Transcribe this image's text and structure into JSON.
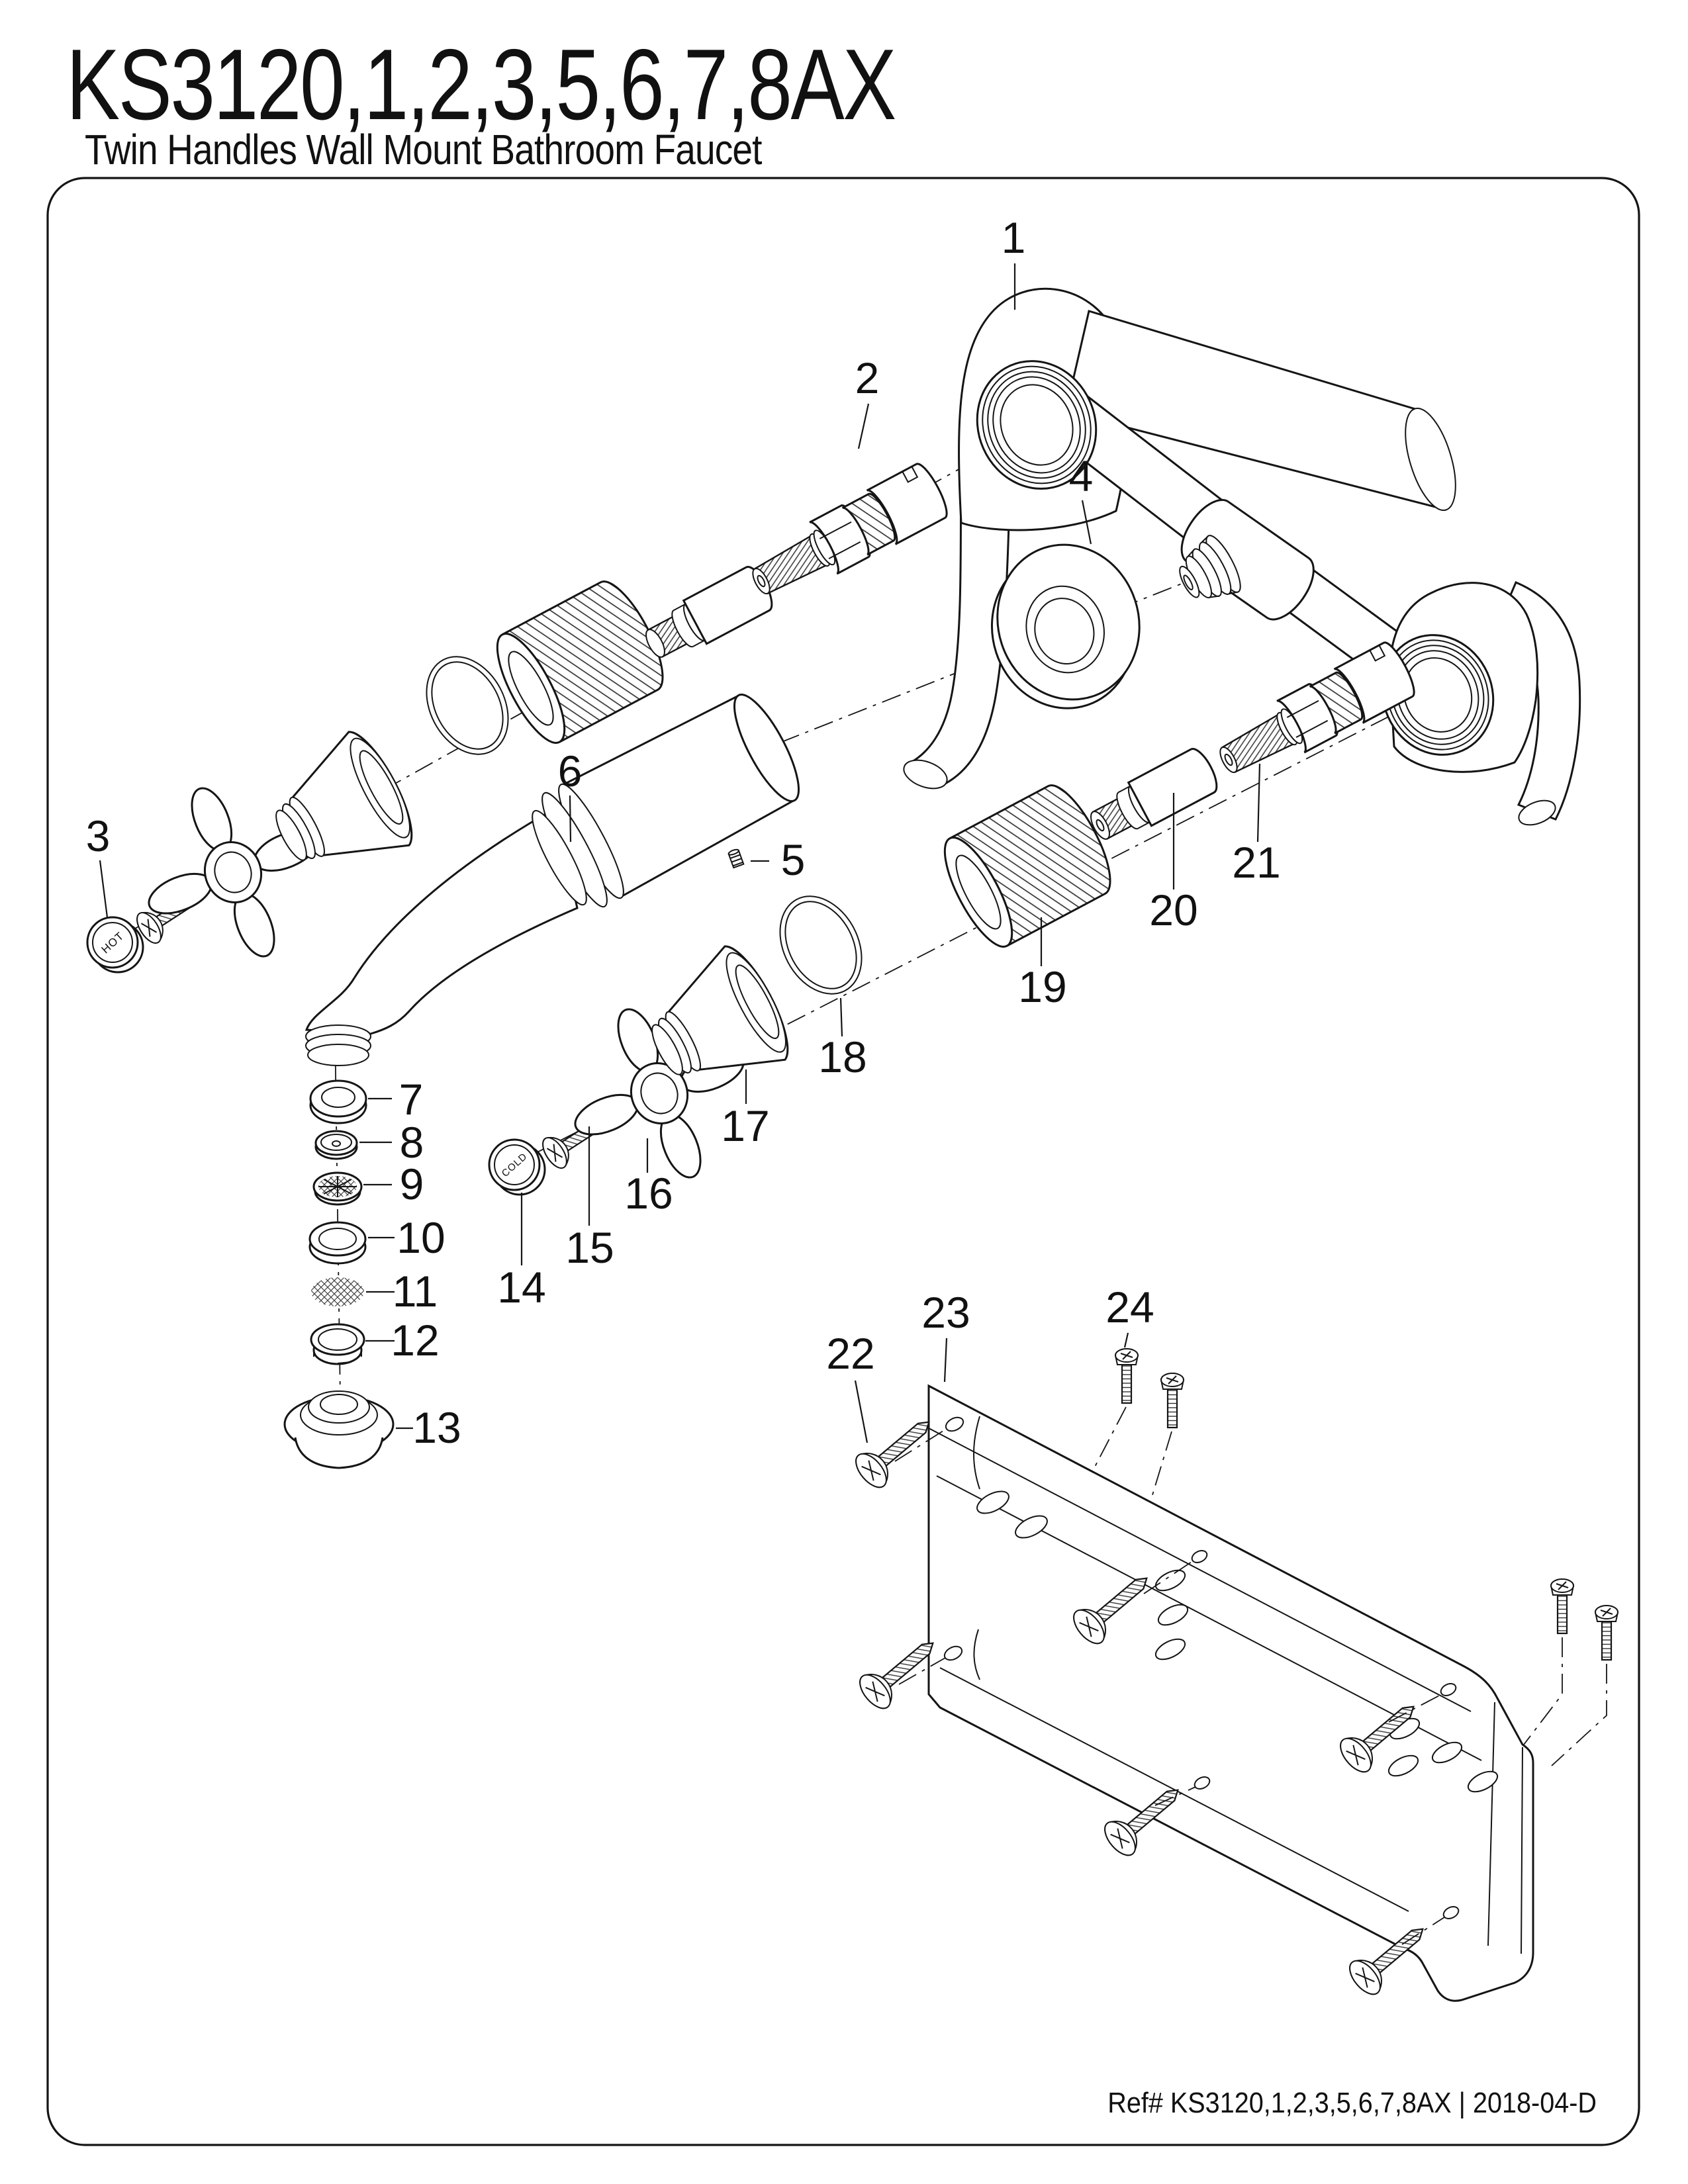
{
  "doc": {
    "title": "KS3120,1,2,3,5,6,7,8AX",
    "subtitle": "Twin Handles Wall Mount Bathroom Faucet",
    "ref": "Ref# KS3120,1,2,3,5,6,7,8AX | 2018-04-D"
  },
  "buttons": {
    "hot": "HOT",
    "cold": "COLD"
  },
  "labels": [
    "1",
    "2",
    "3",
    "4",
    "5",
    "6",
    "7",
    "8",
    "9",
    "10",
    "11",
    "12",
    "13",
    "14",
    "15",
    "16",
    "17",
    "18",
    "19",
    "20",
    "21",
    "22",
    "23",
    "24"
  ]
}
